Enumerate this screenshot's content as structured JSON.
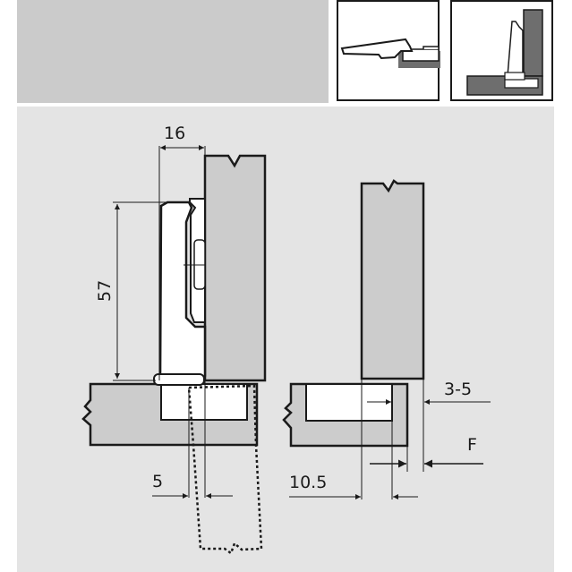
{
  "banner": {
    "color": "#cbcbcb"
  },
  "thumbnails": [
    {
      "name": "hinge-open-view",
      "description": "Hinge arm open with cup in panel"
    },
    {
      "name": "hinge-closed-view",
      "description": "Hinge closed, door on cabinet side"
    }
  ],
  "colors": {
    "panel_background": "#e4e4e4",
    "wood_fill": "#cccccc",
    "thumb_wood_fill": "#6e6e6e",
    "line": "#1a1a1a",
    "cup_fill": "#ffffff"
  },
  "dimensions": {
    "arm_offset": "16",
    "height": "57",
    "edge_distance": "5",
    "bore_distance": "10.5",
    "gap": "3-5",
    "overlay": "F"
  }
}
